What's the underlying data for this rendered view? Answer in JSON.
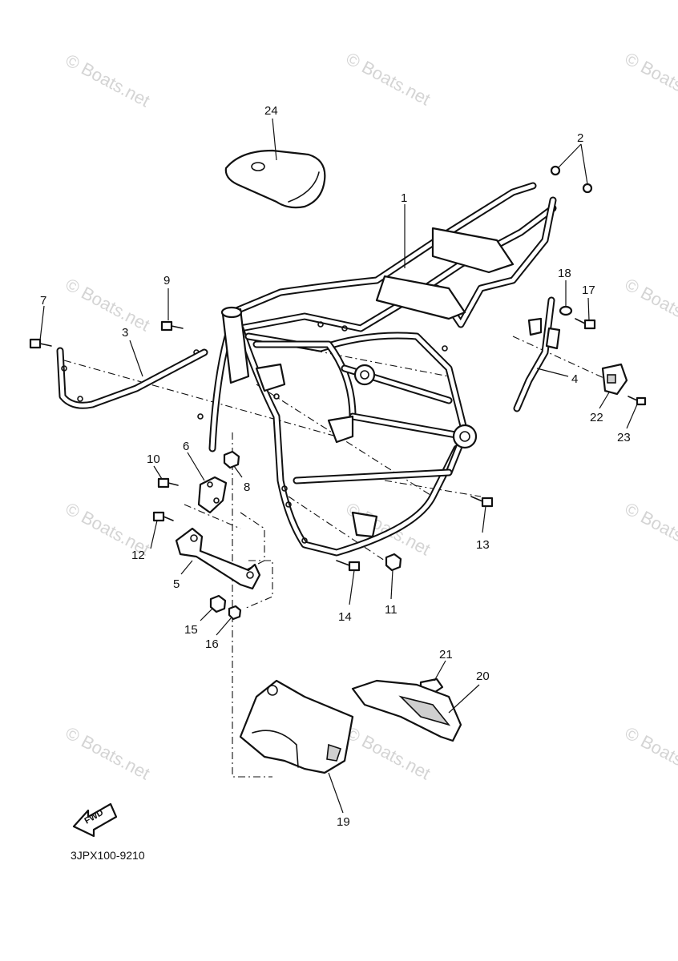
{
  "diagram": {
    "code": "3JPX100-9210",
    "fwd_label": "FWD",
    "callouts": [
      "1",
      "2",
      "3",
      "4",
      "5",
      "6",
      "7",
      "8",
      "9",
      "10",
      "11",
      "12",
      "13",
      "14",
      "15",
      "16",
      "17",
      "18",
      "19",
      "20",
      "21",
      "22",
      "23",
      "24"
    ]
  },
  "watermark": {
    "text": "© Boats.net"
  },
  "icons": {
    "fwd_arrow": "arrow-icon"
  }
}
